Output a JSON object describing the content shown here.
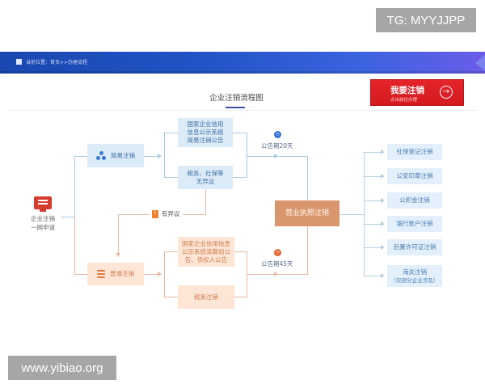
{
  "watermarks": {
    "top_right": "TG: MYYJJPP",
    "bottom_left": "www.yibiao.org"
  },
  "navbar": {
    "breadcrumb": "当前位置：首页>>办理流程",
    "icons": [
      "home-icon"
    ]
  },
  "page": {
    "title": "企业注销流程图"
  },
  "cta_button": {
    "title": "我要注销",
    "subtitle": "点击前往办理",
    "icon": "arrow-right-circle-icon",
    "color": "#e02127"
  },
  "flowchart": {
    "start": {
      "icon": "monitor-icon",
      "label_line1": "企业注销",
      "label_line2": "一网申请"
    },
    "simple_path": {
      "node": "简易注销",
      "icon": "recycle-icon",
      "step1": {
        "line1": "国家企业信用",
        "line2": "信息公示系统",
        "line3": "简易注销公告"
      },
      "step2": {
        "line1": "税务、社保等",
        "line2": "无异议"
      },
      "period": "公告期20天",
      "period_badge_color": "#2f6fd6"
    },
    "objection": {
      "icon": "question-icon",
      "label": "有异议"
    },
    "general_path": {
      "node": "普通注销",
      "icon": "s-icon",
      "step1": {
        "line1": "国家企业信用信息",
        "line2": "公示系统清算组公",
        "line3": "告、债权人公告"
      },
      "step2": "税务注销",
      "period": "公告期45天",
      "period_badge_color": "#e2662d"
    },
    "license": {
      "label": "营业执照注销",
      "color": "#d9956b"
    },
    "outcomes": [
      {
        "label": "社保登记注销"
      },
      {
        "label": "公安印章注销"
      },
      {
        "label": "公积金注销"
      },
      {
        "label": "银行账户注销"
      },
      {
        "label": "后置许可证注销"
      },
      {
        "label_line1": "海关注销",
        "label_line2": "（仅部分企业涉及）"
      }
    ]
  }
}
